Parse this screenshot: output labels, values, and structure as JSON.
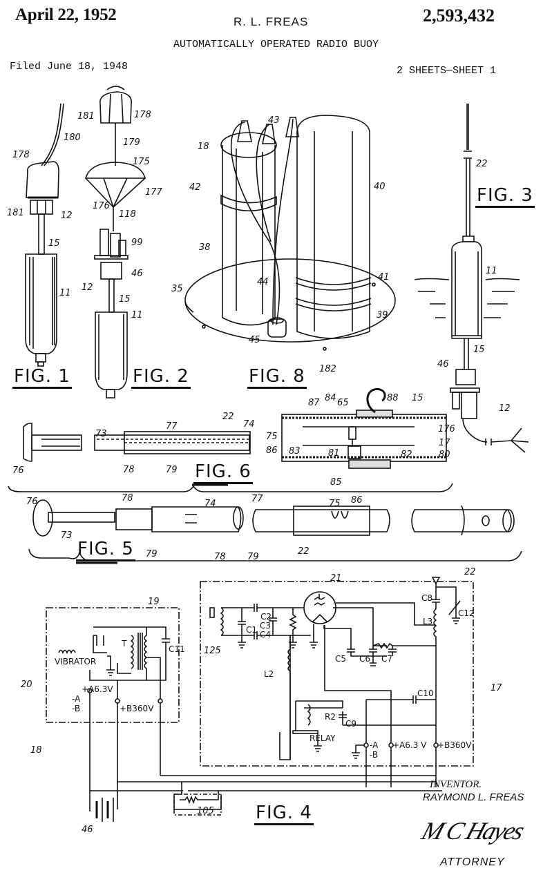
{
  "header": {
    "date": "April 22, 1952",
    "inventor": "R. L. FREAS",
    "patent_number": "2,593,432",
    "title": "AUTOMATICALLY OPERATED RADIO BUOY",
    "filed": "Filed June 18, 1948",
    "sheets": "2 SHEETS—SHEET 1"
  },
  "figures": {
    "fig1": {
      "caption": "FIG. 1",
      "labels": [
        "180",
        "178",
        "181",
        "12",
        "15",
        "11"
      ]
    },
    "fig2": {
      "caption": "FIG. 2",
      "labels": [
        "181",
        "178",
        "179",
        "175",
        "177",
        "176",
        "118",
        "99",
        "12",
        "46",
        "15",
        "11"
      ]
    },
    "fig8": {
      "caption": "FIG. 8",
      "labels": [
        "18",
        "43",
        "42",
        "40",
        "38",
        "44",
        "41",
        "35",
        "39",
        "45",
        "182"
      ]
    },
    "fig3": {
      "caption": "FIG. 3",
      "labels": [
        "22",
        "11",
        "15",
        "46",
        "12",
        "176"
      ]
    },
    "fig6": {
      "caption": "FIG. 6",
      "labels": [
        "76",
        "73",
        "77",
        "22",
        "74",
        "78",
        "79",
        "87",
        "84",
        "65",
        "88",
        "15",
        "75",
        "86",
        "83",
        "81",
        "82",
        "17",
        "80",
        "85"
      ]
    },
    "fig5": {
      "caption": "FIG. 5",
      "labels": [
        "76",
        "78",
        "73",
        "79",
        "74",
        "77",
        "75",
        "86",
        "78",
        "79",
        "22"
      ]
    },
    "fig4": {
      "caption": "FIG. 4",
      "refs": [
        "19",
        "20",
        "18",
        "21",
        "22",
        "125",
        "17",
        "46",
        "105"
      ],
      "components": [
        "T",
        "C11",
        "C1",
        "C2",
        "C3",
        "C4",
        "C5",
        "C6",
        "C7",
        "C8",
        "C9",
        "C10",
        "C12",
        "L2",
        "L3",
        "R2"
      ],
      "texts": {
        "vibrator": "VIBRATOR",
        "relay": "RELAY",
        "a_plus_left": "+A6.3V",
        "minus_a_left": "-A",
        "minus_b_left": "-B",
        "b_plus_left": "+B360V",
        "minus_a_right": "-A",
        "minus_b_right": "-B",
        "a_plus_right": "+A6.3 V",
        "b_plus_right": "+B360V"
      }
    }
  },
  "footer": {
    "inventor_label": "INVENTOR.",
    "inventor_name": "RAYMOND L. FREAS",
    "signature": "M C Hayes",
    "attorney_label": "ATTORNEY"
  },
  "colors": {
    "ink": "#111111",
    "paper": "#ffffff"
  }
}
